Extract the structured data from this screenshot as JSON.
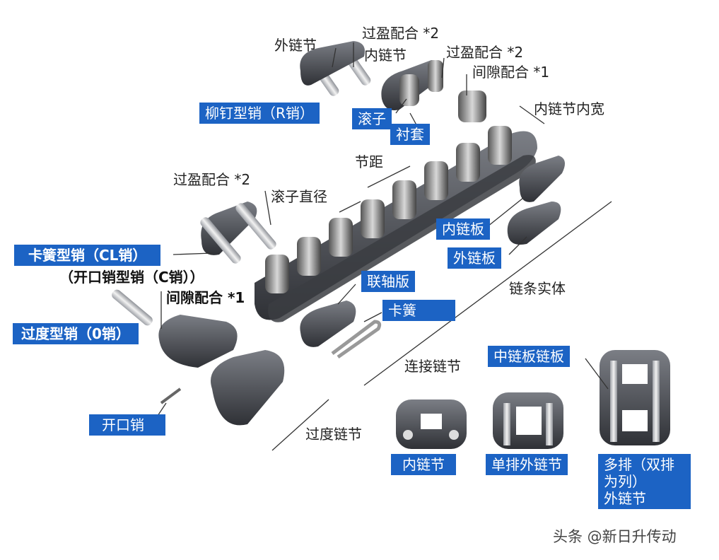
{
  "labels": {
    "outer_link": "外链节",
    "interference_fit_1": "过盈配合 *2",
    "inner_link_top": "内链节",
    "interference_fit_2": "过盈配合 *2",
    "clearance_fit_1": "间隙配合 *1",
    "inner_link_width": "内链节内宽",
    "pitch": "节距",
    "interference_fit_3": "过盈配合 *2",
    "roller_diameter": "滚子直径",
    "cotter_pin_type": "（开口销型销（C销））",
    "clearance_fit_2": "间隙配合 *1",
    "chain_body": "链条实体",
    "connecting_link": "连接链节",
    "offset_link": "过度链节"
  },
  "boxes": {
    "rivet_pin": "柳钉型销（R销）",
    "roller": "滚子",
    "bushing": "衬套",
    "inner_plate": "内链板",
    "outer_plate": "外链板",
    "connecting_plate": "联轴版",
    "spring_clip": "卡簧",
    "clip_pin": "卡簧型销（CL销）",
    "offset_pin": "过度型销（0销）",
    "cotter_pin": "开口销",
    "middle_plate": "中链板链板",
    "inner_link_bottom": "内链节",
    "single_outer_link": "单排外链节",
    "multi_outer_link_1": "多排（双排",
    "multi_outer_link_2": "为列）",
    "multi_outer_link_3": "外链节"
  },
  "watermark": "头条 @新日升传动",
  "colors": {
    "label_box": "#1c63c4",
    "metal_dark": "#3b3d42",
    "metal_light": "#b9bcc2"
  }
}
